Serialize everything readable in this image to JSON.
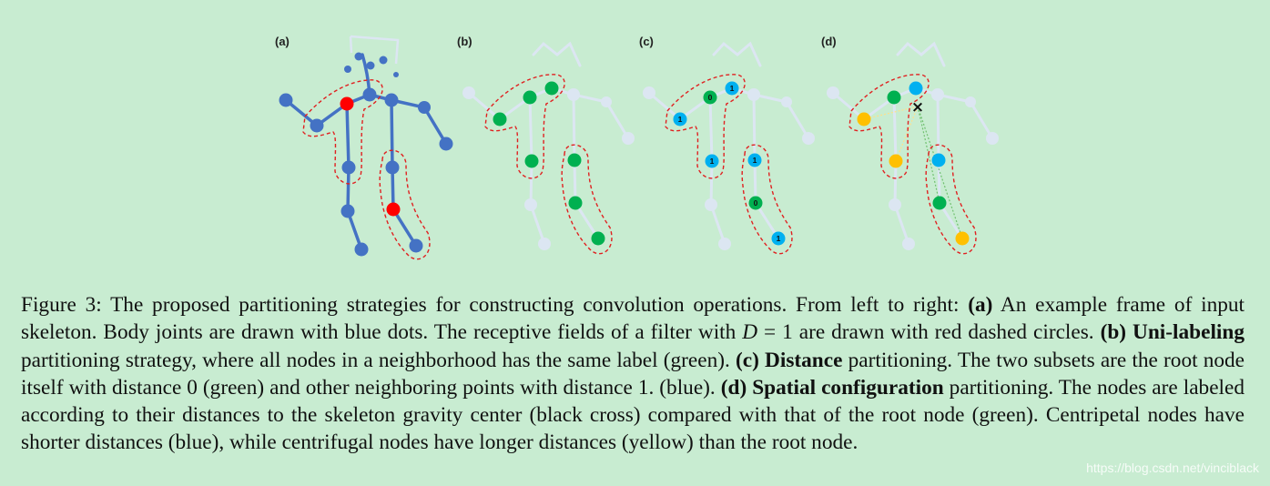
{
  "figure": {
    "panels": [
      {
        "label": "(a)"
      },
      {
        "label": "(b)"
      },
      {
        "label": "(c)",
        "distance_labels": [
          "1",
          "0",
          "1",
          "1",
          "1",
          "0",
          "1"
        ]
      },
      {
        "label": "(d)"
      }
    ],
    "colors": {
      "joint": "#4472c4",
      "root": "#ff0000",
      "uni_label": "#00b050",
      "centripetal": "#00b0f0",
      "centrifugal": "#ffc000",
      "faded": "#dce6f2",
      "field_outline": "#e02020",
      "background": "#c8ecd1"
    },
    "gravity_center_marker": "×"
  },
  "caption": {
    "prefix": "Figure 3: The proposed partitioning strategies for constructing convolution operations. From left to right: ",
    "a_label": "(a)",
    "a_text_1": " An example frame of input skeleton. Body joints are drawn with blue dots. The receptive fields of a filter with ",
    "a_var": "D",
    "a_eq": " = 1",
    "a_text_2": " are drawn with red dashed circles. ",
    "b_label": "(b) Uni-labeling",
    "b_text": " partitioning strategy, where all nodes in a neighborhood has the same label (green). ",
    "c_label": "(c) Distance",
    "c_text": " partitioning. The two subsets are the root node itself with distance 0 (green) and other neighboring points with distance 1. (blue). ",
    "d_label": "(d) Spatial configuration",
    "d_text": " partitioning. The nodes are labeled according to their distances to the skeleton gravity center (black cross) compared with that of the root node (green). Centripetal nodes have shorter distances (blue), while centrifugal nodes have longer distances (yellow) than the root node."
  },
  "watermark": "https://blog.csdn.net/vinciblack"
}
